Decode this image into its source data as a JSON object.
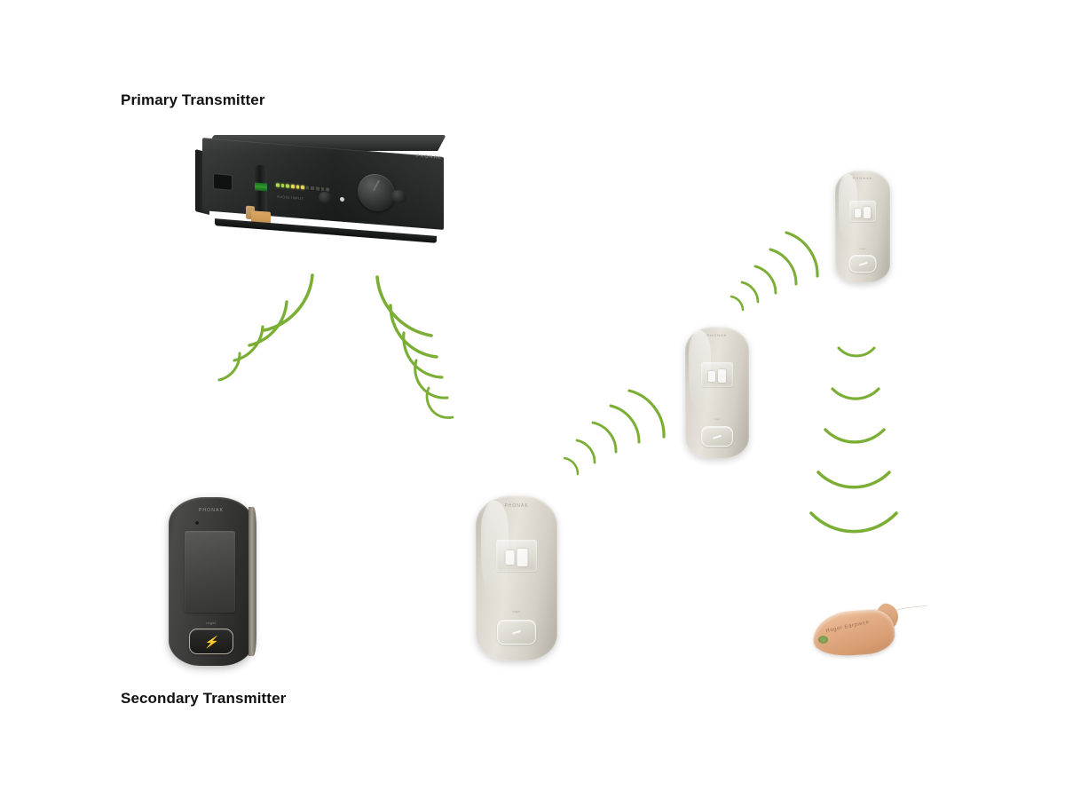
{
  "diagram": {
    "title_primary": "Primary Transmitter",
    "title_secondary": "Secondary Transmitter",
    "background_color": "#ffffff",
    "signal_color": "#7AAE34"
  },
  "labels": {
    "primary": "Primary Transmitter",
    "secondary": "Secondary Transmitter"
  },
  "primary_transmitter": {
    "name": "Primary Transmitter",
    "type": "desktop-base-station",
    "body_color": "#262828",
    "brand_text": "PHONAK",
    "level_label": "AUDIO INPUT",
    "mic_band_color": "#2f9b2f",
    "leds": [
      {
        "state": "on",
        "color": "green"
      },
      {
        "state": "on",
        "color": "green"
      },
      {
        "state": "on",
        "color": "green"
      },
      {
        "state": "on",
        "color": "yellow"
      },
      {
        "state": "on",
        "color": "yellow"
      },
      {
        "state": "on",
        "color": "yellow"
      },
      {
        "state": "off",
        "color": "dim"
      },
      {
        "state": "off",
        "color": "dim"
      },
      {
        "state": "off",
        "color": "dim"
      },
      {
        "state": "off",
        "color": "dim"
      },
      {
        "state": "off",
        "color": "dim"
      }
    ]
  },
  "secondary_transmitter": {
    "name": "Secondary Transmitter",
    "type": "handheld-touchscreen-transmitter",
    "body_color": "#35352F",
    "brand_text": "PHONAK",
    "sub_text": "roger",
    "button_glyph": "⚡"
  },
  "receivers": [
    {
      "id": "receiver-center",
      "name": "Receiver (large)",
      "body_color": "#DCD8CF",
      "brand_text": "PHONAK",
      "sub_text": "roger"
    },
    {
      "id": "receiver-mid",
      "name": "Receiver (medium)",
      "body_color": "#DCD8CF",
      "brand_text": "PHONAK",
      "sub_text": "roger"
    },
    {
      "id": "receiver-top",
      "name": "Receiver (small)",
      "body_color": "#DCD8CF",
      "brand_text": "PHONAK",
      "sub_text": "roger"
    }
  ],
  "hearing_aid": {
    "name": "In-the-ear hearing aid",
    "body_color": "#E3AE87",
    "engraved_text": "Roger Earpiece"
  },
  "signal_groups": [
    {
      "id": "waves-primary-left",
      "count": 4,
      "direction": "down-left",
      "from": "primary-transmitter",
      "to": "secondary-transmitter"
    },
    {
      "id": "waves-primary-right",
      "count": 5,
      "direction": "down-right",
      "from": "primary-transmitter",
      "to": "receiver-center"
    },
    {
      "id": "waves-center-to-mid",
      "count": 5,
      "direction": "up-right",
      "from": "receiver-center",
      "to": "receiver-mid"
    },
    {
      "id": "waves-mid-to-top",
      "count": 5,
      "direction": "up-right",
      "from": "receiver-mid",
      "to": "receiver-top"
    },
    {
      "id": "waves-mid-to-hearing",
      "count": 5,
      "direction": "down",
      "from": "receiver-mid",
      "to": "hearing-aid"
    }
  ]
}
